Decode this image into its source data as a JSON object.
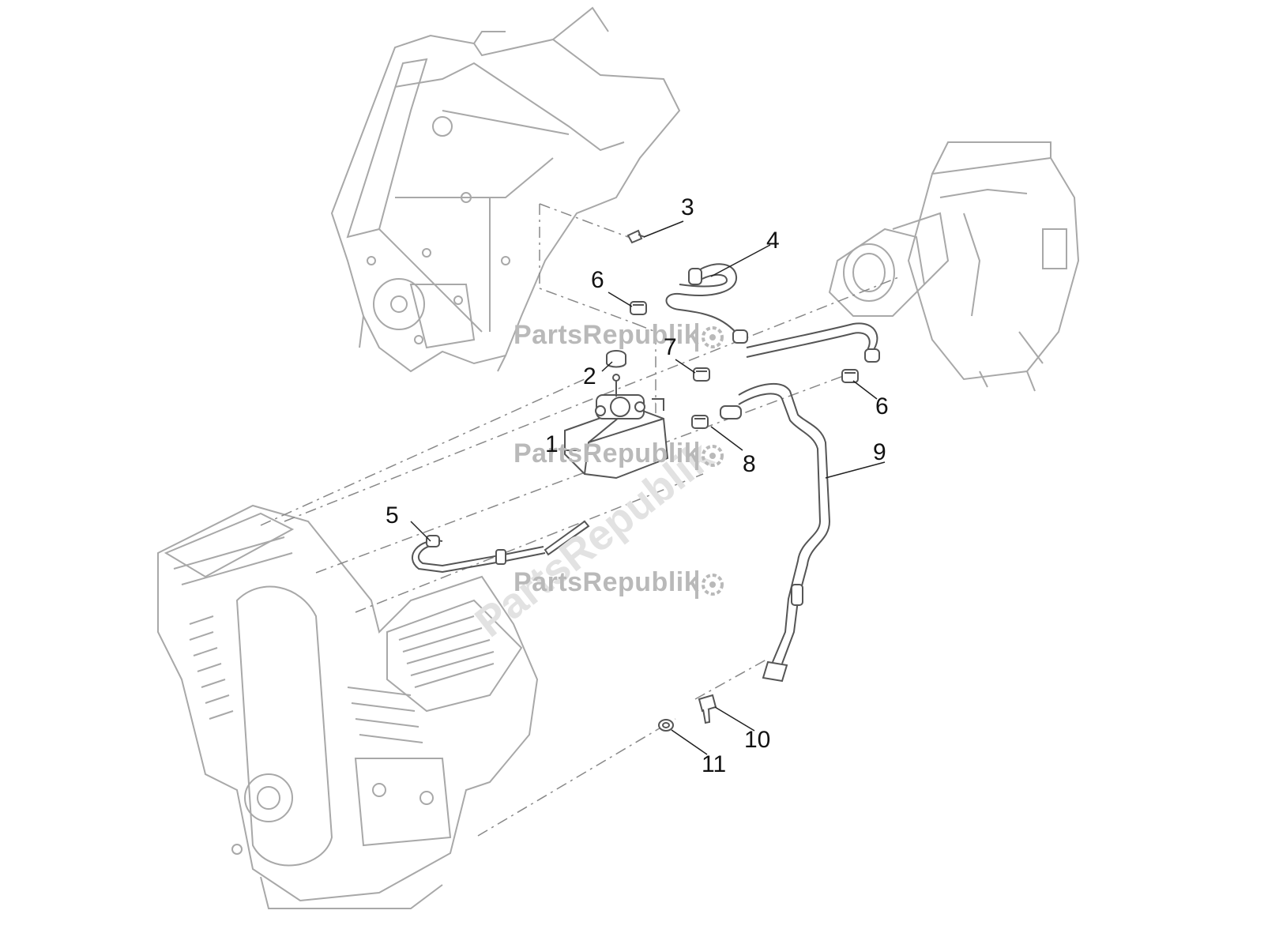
{
  "callouts": {
    "c1": "1",
    "c2": "2",
    "c3": "3",
    "c4": "4",
    "c5": "5",
    "c6a": "6",
    "c6b": "6",
    "c7": "7",
    "c8": "8",
    "c9": "9",
    "c10": "10",
    "c11": "11"
  },
  "watermark": {
    "text": "PartsRepublik",
    "diagonal_text": "PartsRepublik"
  },
  "colors": {
    "line": "#9a9a9a",
    "part_line": "#555555",
    "background": "#ffffff",
    "watermark": "#b9b9b9"
  }
}
